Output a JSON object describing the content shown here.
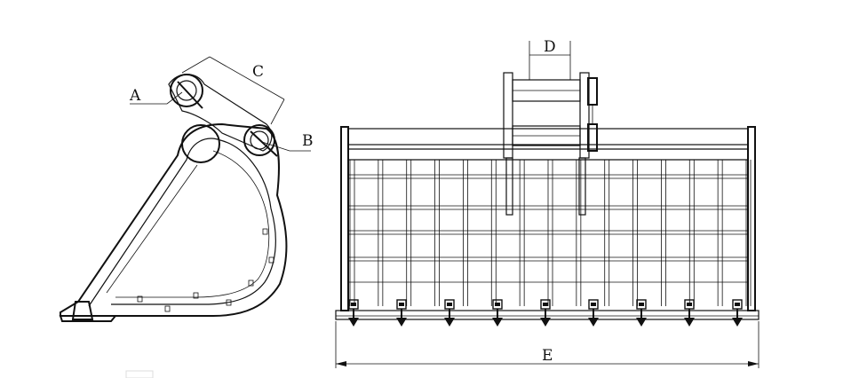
{
  "labels": {
    "a": "A",
    "b": "B",
    "c": "C",
    "d": "D",
    "e": "E"
  },
  "colors": {
    "line": "#111111",
    "background": "#ffffff"
  },
  "views": {
    "side": "side-view",
    "front": "front-view"
  },
  "grid": {
    "vertical_bars": 15,
    "teeth": 9
  }
}
